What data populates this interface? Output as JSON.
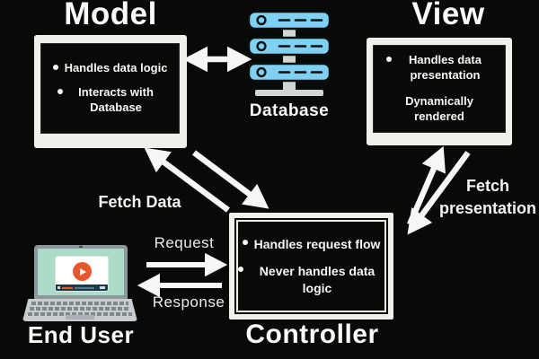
{
  "diagram": {
    "model": {
      "title": "Model",
      "bullets": [
        "Handles data logic",
        "Interacts with Database"
      ]
    },
    "database": {
      "label": "Database"
    },
    "view": {
      "title": "View",
      "bullets": [
        "Handles data presentation"
      ],
      "note": "Dynamically rendered"
    },
    "controller": {
      "title": "Controller",
      "bullets": [
        "Handles request flow",
        "Never handles data logic"
      ]
    },
    "end_user": {
      "label": "End User"
    },
    "edges": {
      "fetch_data": {
        "label": "Fetch Data"
      },
      "fetch_presentation": {
        "label": "Fetch presentation"
      },
      "request": {
        "label": "Request"
      },
      "response": {
        "label": "Response"
      }
    },
    "icons": {
      "database": "server-stack-icon",
      "end_user": "laptop-with-video-player-icon",
      "play": "play-button-icon"
    }
  },
  "colors": {
    "background": "#070a06",
    "frame_white": "#eef0ec",
    "text_white": "#fafaf8",
    "database_blue": "#7fd0f2",
    "database_outline": "#0c100c",
    "stand_gray": "#d2d6d2",
    "laptop_body_gray": "#8e979c",
    "laptop_base_gray": "#c9cdd0",
    "laptop_screen_mint": "#aadcc8",
    "player_bar_navy": "#1b394a",
    "play_button_orange": "#e8562b"
  }
}
